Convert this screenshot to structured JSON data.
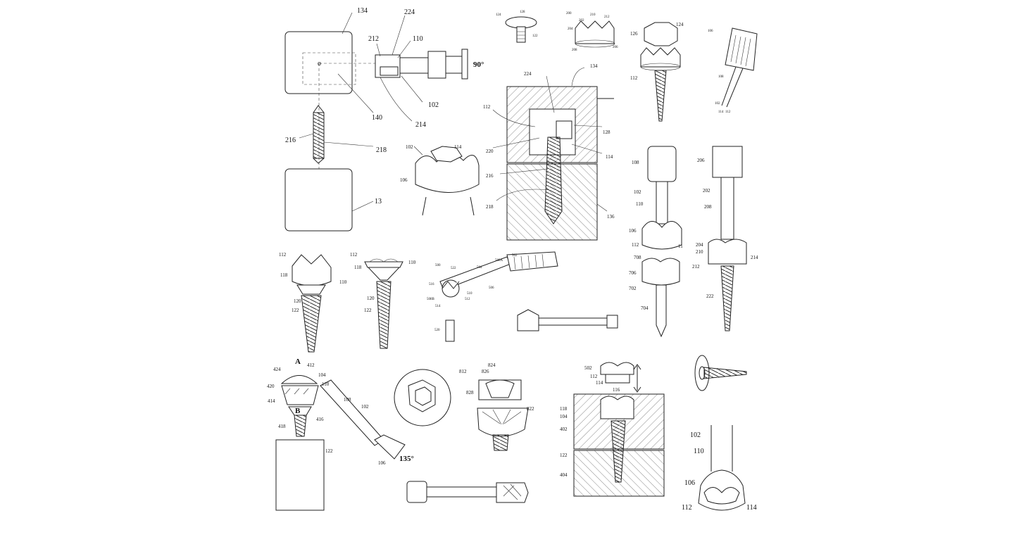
{
  "figures": [
    {
      "id": "fig-square-mold",
      "labels": [
        "134",
        "140",
        "o",
        "216",
        "218",
        "13"
      ]
    },
    {
      "id": "fig-driver-90",
      "labels": [
        "224",
        "212",
        "110",
        "90°",
        "102",
        "214"
      ]
    },
    {
      "id": "fig-small-head-a",
      "labels": [
        "124",
        "128",
        "122"
      ]
    },
    {
      "id": "fig-small-head-b",
      "labels": [
        "200",
        "202",
        "204",
        "208",
        "212",
        "210",
        "206"
      ]
    },
    {
      "id": "fig-hex-screw",
      "labels": [
        "126",
        "124",
        "112"
      ]
    },
    {
      "id": "fig-knurled-driver",
      "labels": [
        "106",
        "108",
        "102",
        "114",
        "112"
      ]
    },
    {
      "id": "fig-block-section",
      "labels": [
        "224",
        "134",
        "112",
        "128",
        "220",
        "114",
        "216",
        "218",
        "136"
      ]
    },
    {
      "id": "fig-crown-head",
      "labels": [
        "102",
        "114",
        "106"
      ]
    },
    {
      "id": "fig-driver-shaft",
      "labels": [
        "108",
        "102",
        "110",
        "106",
        "112",
        "11"
      ]
    },
    {
      "id": "fig-driver-shaft-2",
      "labels": [
        "206",
        "202",
        "208",
        "204",
        "210",
        "212",
        "214",
        "222"
      ]
    },
    {
      "id": "fig-socket-702",
      "labels": [
        "708",
        "706",
        "702",
        "704"
      ]
    },
    {
      "id": "fig-bone-screw",
      "labels": [
        "112",
        "118",
        "110",
        "120",
        "122"
      ]
    },
    {
      "id": "fig-bone-screw-2",
      "labels": [
        "112",
        "118",
        "110",
        "120",
        "122"
      ]
    },
    {
      "id": "fig-driver-500",
      "labels": [
        "500",
        "522",
        "504",
        "508A",
        "502",
        "516",
        "510",
        "512",
        "506",
        "508B",
        "514",
        "520"
      ]
    },
    {
      "id": "fig-driver-angled",
      "labels": [
        "A",
        "412",
        "424",
        "104",
        "420",
        "110",
        "414",
        "B",
        "416",
        "108",
        "102",
        "418",
        "122",
        "106",
        "135°"
      ]
    },
    {
      "id": "fig-socket-circle",
      "labels": []
    },
    {
      "id": "fig-screw-812",
      "labels": [
        "812",
        "826",
        "824",
        "828",
        "822"
      ]
    },
    {
      "id": "fig-long-driver",
      "labels": []
    },
    {
      "id": "fig-block-402",
      "labels": [
        "502",
        "112",
        "114",
        "116",
        "118",
        "104",
        "402",
        "122",
        "404"
      ]
    },
    {
      "id": "fig-washer-screw",
      "labels": []
    },
    {
      "id": "fig-crown-tip",
      "labels": [
        "102",
        "110",
        "106",
        "112",
        "114"
      ]
    }
  ]
}
